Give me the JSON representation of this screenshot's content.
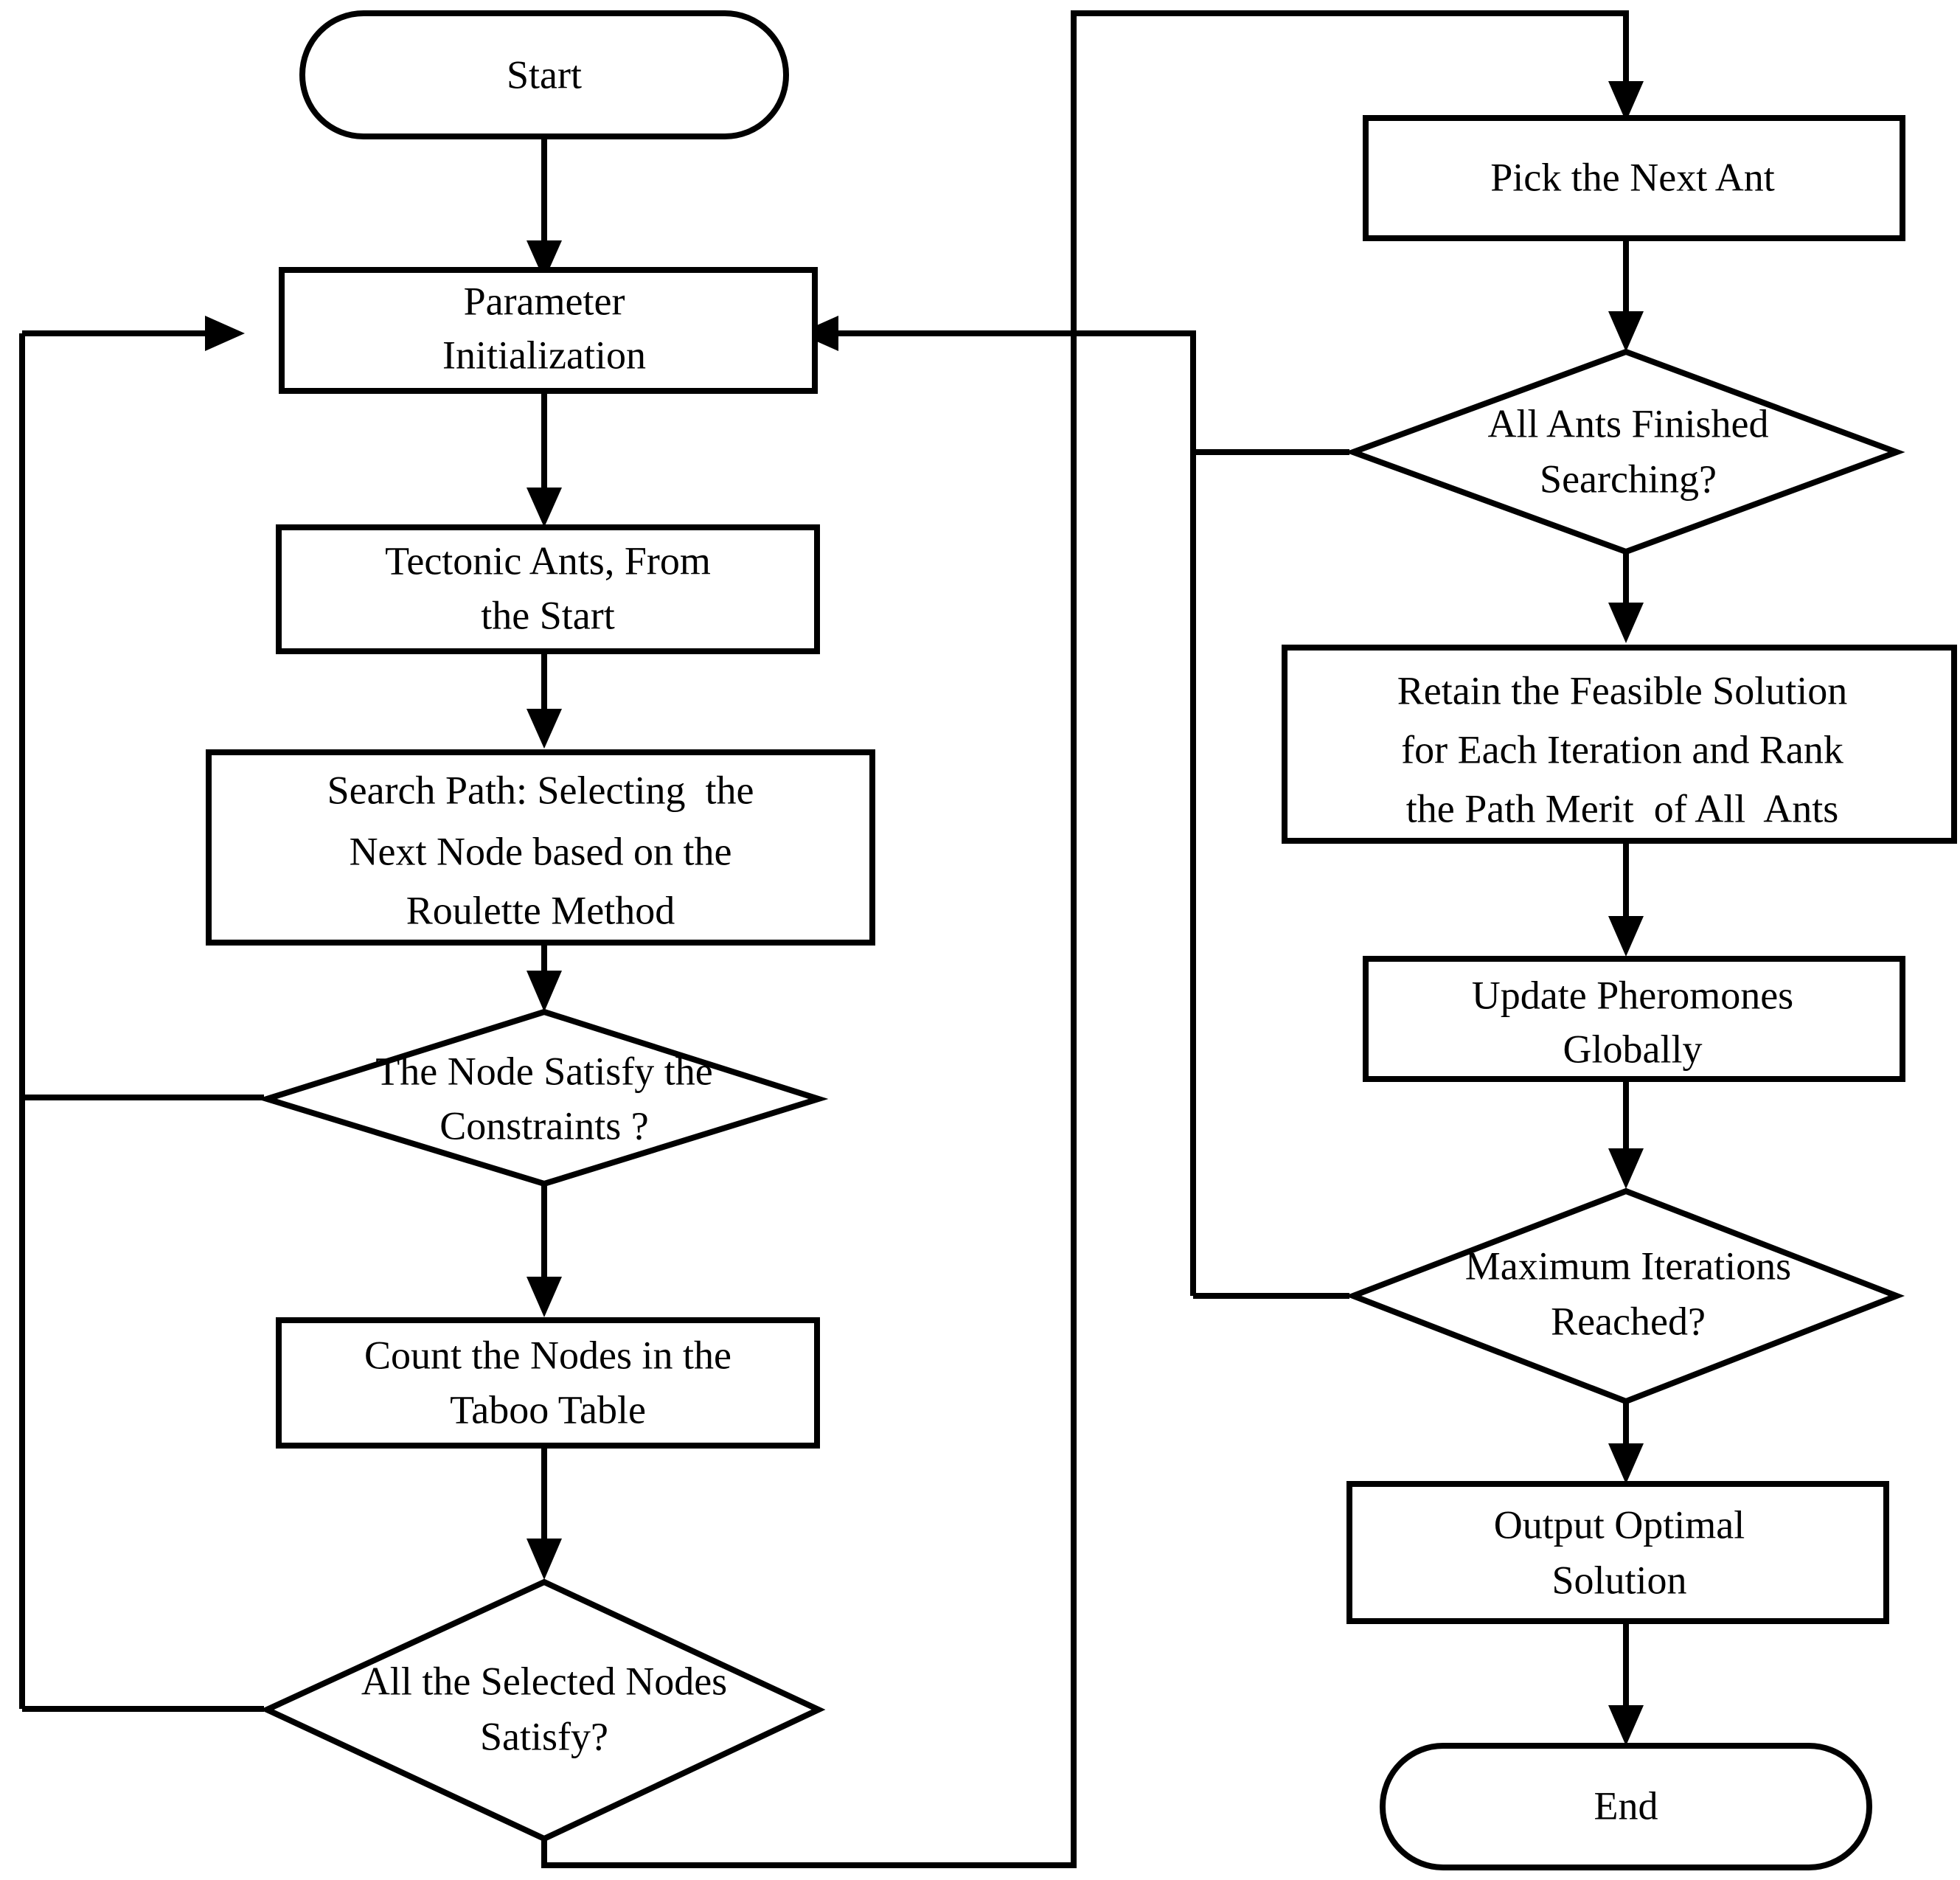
{
  "diagram": {
    "type": "flowchart",
    "title": "Ant Colony Optimization Algorithm Flowchart",
    "colors": {
      "stroke": "#000000",
      "fill": "#ffffff",
      "text": "#000000"
    },
    "nodes": [
      {
        "id": "start",
        "shape": "terminator",
        "lines": [
          "Start"
        ]
      },
      {
        "id": "parameter-initialization",
        "shape": "process",
        "lines": [
          "Parameter",
          "Initialization"
        ]
      },
      {
        "id": "tectonic-ants",
        "shape": "process",
        "lines": [
          "Tectonic Ants, From",
          "the Start"
        ]
      },
      {
        "id": "search-path",
        "shape": "process",
        "lines": [
          "Search Path: Selecting  the",
          "Next Node based on the",
          "Roulette Method"
        ]
      },
      {
        "id": "node-satisfy-constraints",
        "shape": "decision",
        "lines": [
          "The Node Satisfy the",
          "Constraints ?"
        ]
      },
      {
        "id": "count-nodes-taboo-table",
        "shape": "process",
        "lines": [
          "Count the Nodes in the",
          "Taboo Table"
        ]
      },
      {
        "id": "all-selected-nodes-satisfy",
        "shape": "decision",
        "lines": [
          "All the Selected Nodes",
          "Satisfy?"
        ]
      },
      {
        "id": "pick-next-ant",
        "shape": "process",
        "lines": [
          "Pick the Next Ant"
        ]
      },
      {
        "id": "all-ants-finished-searching",
        "shape": "decision",
        "lines": [
          "All Ants Finished",
          "Searching?"
        ]
      },
      {
        "id": "retain-feasible-solution",
        "shape": "process",
        "lines": [
          "Retain the Feasible Solution",
          "for Each Iteration and Rank",
          "the Path Merit  of All  Ants"
        ]
      },
      {
        "id": "update-pheromones-globally",
        "shape": "process",
        "lines": [
          "Update Pheromones",
          "Globally"
        ]
      },
      {
        "id": "maximum-iterations-reached",
        "shape": "decision",
        "lines": [
          "Maximum Iterations",
          "Reached?"
        ]
      },
      {
        "id": "output-optimal-solution",
        "shape": "process",
        "lines": [
          "Output Optimal",
          "Solution"
        ]
      },
      {
        "id": "end",
        "shape": "terminator",
        "lines": [
          "End"
        ]
      }
    ],
    "edges": [
      {
        "from": "start",
        "to": "parameter-initialization"
      },
      {
        "from": "parameter-initialization",
        "to": "tectonic-ants"
      },
      {
        "from": "tectonic-ants",
        "to": "search-path"
      },
      {
        "from": "search-path",
        "to": "node-satisfy-constraints"
      },
      {
        "from": "node-satisfy-constraints",
        "to": "count-nodes-taboo-table"
      },
      {
        "from": "node-satisfy-constraints",
        "to": "parameter-initialization"
      },
      {
        "from": "count-nodes-taboo-table",
        "to": "all-selected-nodes-satisfy"
      },
      {
        "from": "all-selected-nodes-satisfy",
        "to": "parameter-initialization"
      },
      {
        "from": "all-selected-nodes-satisfy",
        "to": "pick-next-ant"
      },
      {
        "from": "pick-next-ant",
        "to": "all-ants-finished-searching"
      },
      {
        "from": "all-ants-finished-searching",
        "to": "retain-feasible-solution"
      },
      {
        "from": "all-ants-finished-searching",
        "to": "parameter-initialization"
      },
      {
        "from": "retain-feasible-solution",
        "to": "update-pheromones-globally"
      },
      {
        "from": "update-pheromones-globally",
        "to": "maximum-iterations-reached"
      },
      {
        "from": "maximum-iterations-reached",
        "to": "output-optimal-solution"
      },
      {
        "from": "maximum-iterations-reached",
        "to": "parameter-initialization"
      },
      {
        "from": "output-optimal-solution",
        "to": "end"
      }
    ]
  }
}
